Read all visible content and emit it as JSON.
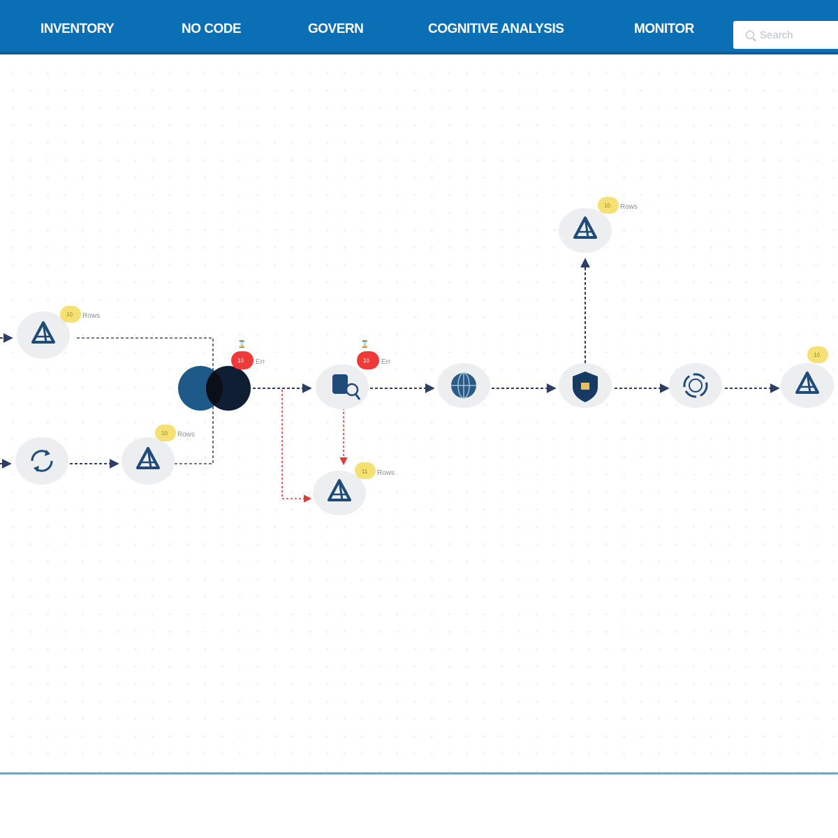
{
  "nav": {
    "items": [
      {
        "label": "INVENTORY"
      },
      {
        "label": "NO CODE"
      },
      {
        "label": "GOVERN"
      },
      {
        "label": "COGNITIVE ANALYSIS"
      },
      {
        "label": "MONITOR"
      }
    ],
    "search_placeholder": "Search"
  },
  "colors": {
    "header": "#0a6fb5",
    "node_icon": "#1f4b78",
    "edge": "#3a4a66",
    "error_edge": "#e53935",
    "row_badge": "#f5e173",
    "error_badge": "#f03a3a"
  },
  "badges": {
    "rows_label": "Rows",
    "count_top": "10",
    "count_left_top": "10",
    "count_left_bottom": "10",
    "count_reject": "11",
    "count_right": "10",
    "error_count_1": "10",
    "error_count_2": "10",
    "error_label": "Err"
  }
}
